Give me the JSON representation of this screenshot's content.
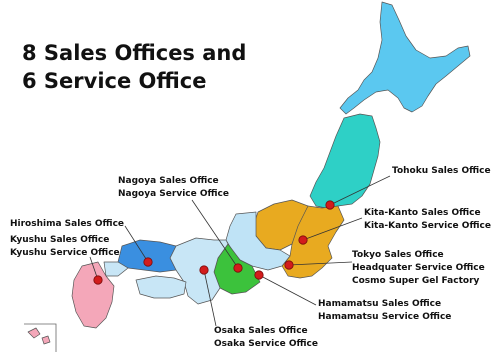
{
  "title": {
    "line1": "8 Sales Offices and",
    "line2": "6 Service Office"
  },
  "offices": [
    {
      "id": "tohoku",
      "lines": [
        "Tohoku Sales Office"
      ]
    },
    {
      "id": "kita-kanto",
      "lines": [
        "Kita-Kanto Sales Office",
        "Kita-Kanto Service Office"
      ]
    },
    {
      "id": "tokyo",
      "lines": [
        "Tokyo Sales Office",
        "Headquater  Service Office",
        "Cosmo Super Gel Factory"
      ]
    },
    {
      "id": "hamamatsu",
      "lines": [
        "Hamamatsu Sales Office",
        "Hamamatsu  Service Office"
      ]
    },
    {
      "id": "osaka",
      "lines": [
        "Osaka Sales Office",
        "Osaka  Service Office"
      ]
    },
    {
      "id": "nagoya",
      "lines": [
        "Nagoya Sales Office",
        "Nagoya Service Office"
      ]
    },
    {
      "id": "hiroshima",
      "lines": [
        "Hiroshima Sales Office"
      ]
    },
    {
      "id": "kyushu",
      "lines": [
        "Kyushu Sales Office",
        "Kyushu Service Office"
      ]
    }
  ],
  "colors": {
    "hokkaido": "#5bc8f0",
    "tohoku": "#2ed0c6",
    "kanto": "#e8aa20",
    "chubu": "#bfe3f6",
    "tokai": "#3cc23c",
    "kinki": "#c8e6f6",
    "chugoku": "#3a8fe0",
    "shikoku": "#c8e6f6",
    "kyushu": "#f4a7b9",
    "marker": "#d21c1c",
    "border": "#555555"
  }
}
